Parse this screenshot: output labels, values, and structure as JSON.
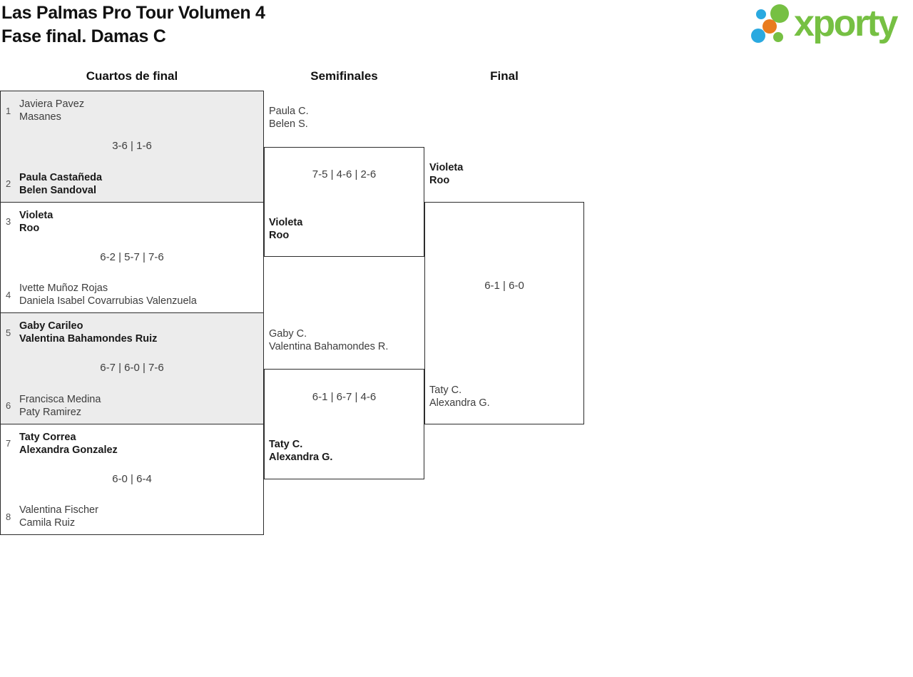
{
  "header": {
    "title_line1": "Las Palmas Pro Tour Volumen 4",
    "title_line2": "Fase final. Damas C",
    "logo_text": "xporty"
  },
  "colors": {
    "logo_green": "#76c043",
    "logo_blue": "#2aa9e0",
    "logo_orange": "#e97c1e",
    "border": "#2c2c2c",
    "shaded_match_bg": "#ececec"
  },
  "round_headers": [
    "Cuartos de final",
    "Semifinales",
    "Final"
  ],
  "quarterfinals": [
    {
      "seed_top": "1",
      "team_top": {
        "line1": "Javiera Pavez",
        "line2": "Masanes"
      },
      "score": "3-6 | 1-6",
      "seed_bottom": "2",
      "team_bottom": {
        "line1": "Paula Castañeda",
        "line2": "Belen Sandoval"
      }
    },
    {
      "seed_top": "3",
      "team_top": {
        "line1": "Violeta",
        "line2": "Roo"
      },
      "score": "6-2 | 5-7 | 7-6",
      "seed_bottom": "4",
      "team_bottom": {
        "line1": "Ivette Muñoz Rojas",
        "line2": "Daniela Isabel Covarrubias Valenzuela"
      }
    },
    {
      "seed_top": "5",
      "team_top": {
        "line1": "Gaby Carileo",
        "line2": "Valentina Bahamondes Ruiz"
      },
      "score": "6-7 | 6-0 | 7-6",
      "seed_bottom": "6",
      "team_bottom": {
        "line1": "Francisca Medina",
        "line2": "Paty Ramirez"
      }
    },
    {
      "seed_top": "7",
      "team_top": {
        "line1": "Taty Correa",
        "line2": "Alexandra Gonzalez"
      },
      "score": "6-0 | 6-4",
      "seed_bottom": "8",
      "team_bottom": {
        "line1": "Valentina Fischer",
        "line2": "Camila Ruiz"
      }
    }
  ],
  "semifinals": [
    {
      "team_top": {
        "line1": "Paula C.",
        "line2": "Belen S."
      },
      "score": "7-5 | 4-6 | 2-6",
      "team_bottom": {
        "line1": "Violeta",
        "line2": "Roo"
      }
    },
    {
      "team_top": {
        "line1": "Gaby C.",
        "line2": "Valentina Bahamondes R."
      },
      "score": "6-1 | 6-7 | 4-6",
      "team_bottom": {
        "line1": "Taty C.",
        "line2": "Alexandra G."
      }
    }
  ],
  "final": {
    "team_top": {
      "line1": "Violeta",
      "line2": "Roo"
    },
    "score": "6-1 | 6-0",
    "team_bottom": {
      "line1": "Taty C.",
      "line2": "Alexandra G."
    }
  }
}
